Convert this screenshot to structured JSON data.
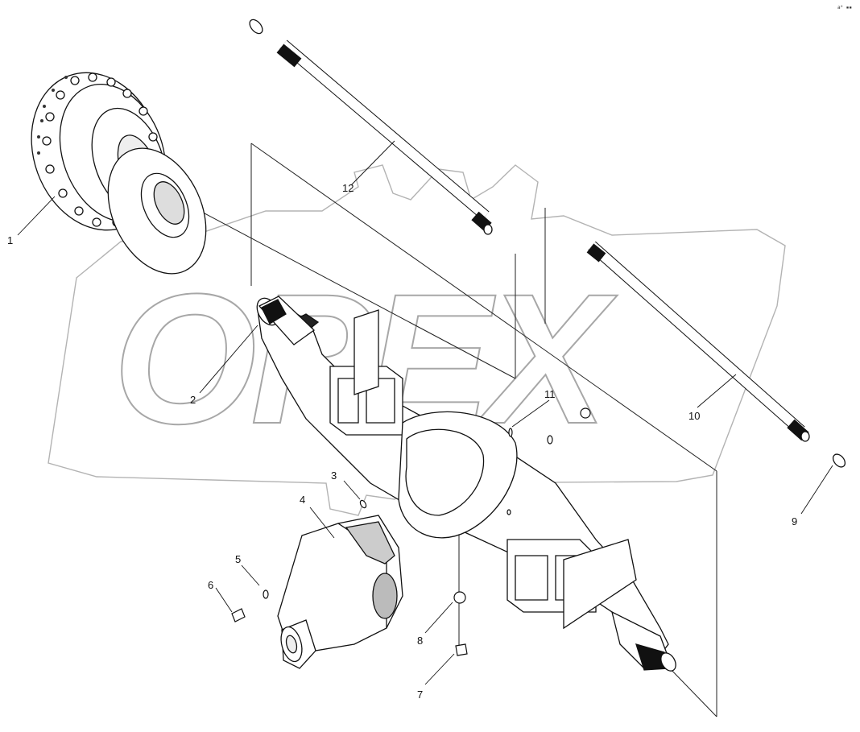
{
  "watermark": {
    "text": "OPEX"
  },
  "corner_mark": "a⁰ ▪▪",
  "callouts": [
    "1",
    "2",
    "3",
    "4",
    "5",
    "6",
    "7",
    "8",
    "9",
    "10",
    "11",
    "12"
  ]
}
